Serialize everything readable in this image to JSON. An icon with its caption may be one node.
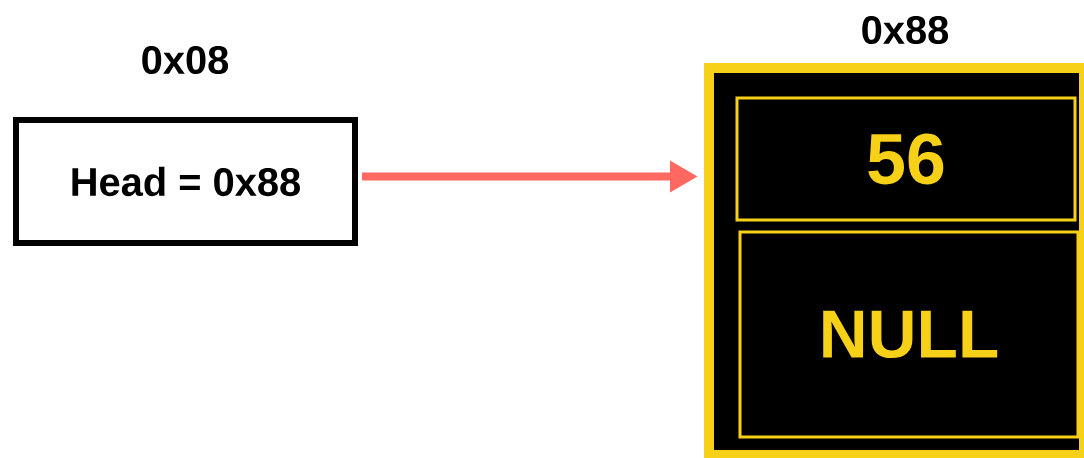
{
  "diagram": {
    "nodes": [
      {
        "text": [
          "Head = 0x88"
        ],
        "beside": [
          "0x08"
        ]
      },
      {
        "text": [],
        "shape": "box",
        "beside": [
          "0x88"
        ]
      },
      {
        "text": [
          "56"
        ],
        "in": 1
      },
      {
        "text": [
          "NULL"
        ],
        "in": 1
      }
    ],
    "edges": [
      {
        "from": 0,
        "to": 1,
        "arrow": "to",
        "color": "#ff6961"
      }
    ]
  }
}
